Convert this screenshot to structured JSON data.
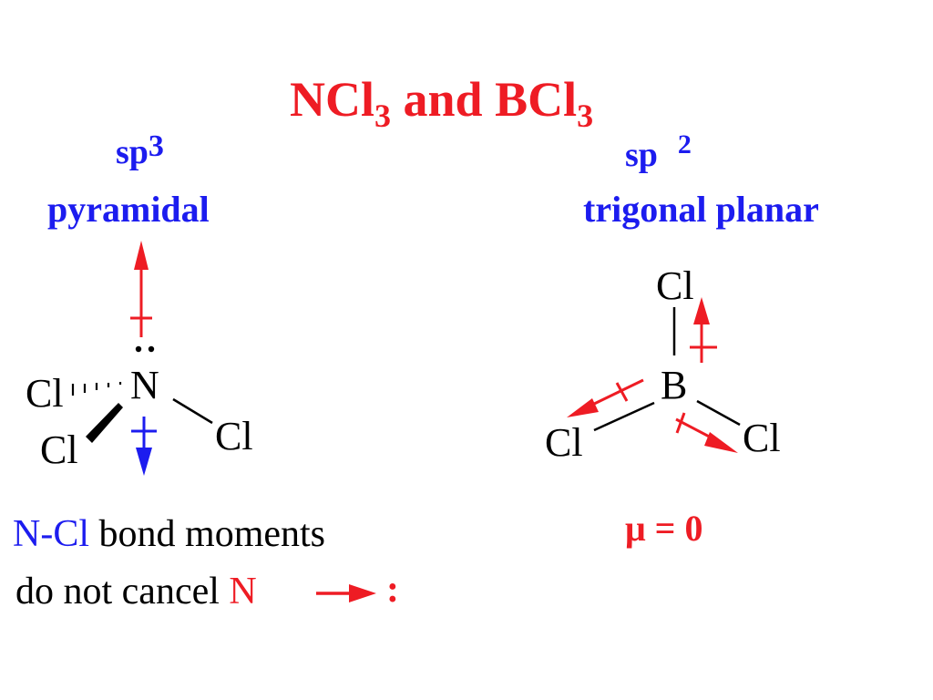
{
  "title": {
    "a": "NCl",
    "a_sub": "3",
    "mid": " and BCl",
    "b_sub": "3"
  },
  "left": {
    "hyb_base": "sp",
    "hyb_sup": "3",
    "geometry": "pyramidal",
    "atoms": {
      "center": "N",
      "cl_back": "Cl",
      "cl_wedge": "Cl",
      "cl_right": "Cl"
    },
    "caption": {
      "line1_n": "N",
      "line1_dash": "-",
      "line1_cl": "Cl",
      "line1_rest": " bond moments",
      "line2_text": "do not cancel ",
      "line2_n": "N",
      "line2_colon": ":"
    }
  },
  "right": {
    "hyb_base": "sp",
    "hyb_sup": "2",
    "geometry": "trigonal planar",
    "atoms": {
      "center": "B",
      "cl_top": "Cl",
      "cl_left": "Cl",
      "cl_right": "Cl"
    },
    "dipole": "μ = 0"
  },
  "colors": {
    "red": "#ee1c24",
    "blue": "#1c1cef",
    "black": "#000000"
  }
}
